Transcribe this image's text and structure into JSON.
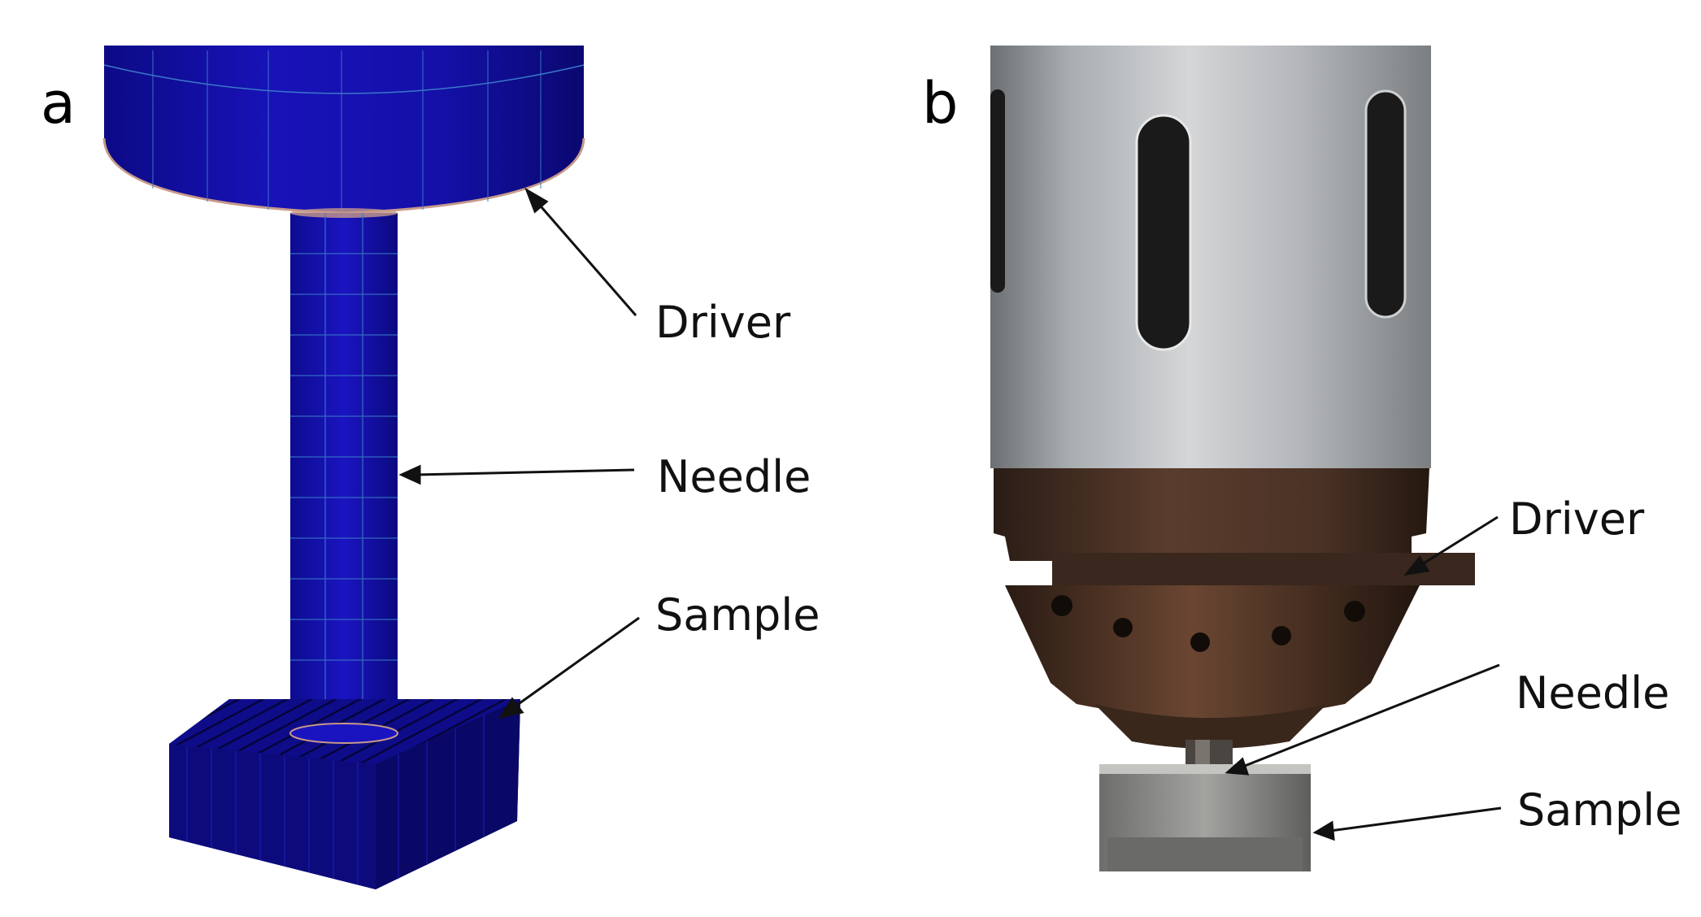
{
  "panels": [
    {
      "letter": "a",
      "labels": {
        "driver": "Driver",
        "needle": "Needle",
        "sample": "Sample"
      },
      "colors": {
        "mesh_blue": "#1410a8",
        "mesh_dark": "#0b0a6e",
        "mesh_line": "#3a78c8"
      }
    },
    {
      "letter": "b",
      "labels": {
        "driver": "Driver",
        "needle": "Needle",
        "sample": "Sample"
      },
      "colors": {
        "steel": "#b9bcbf",
        "rust": "#4a3226",
        "slot": "#1a1a1a"
      }
    }
  ]
}
